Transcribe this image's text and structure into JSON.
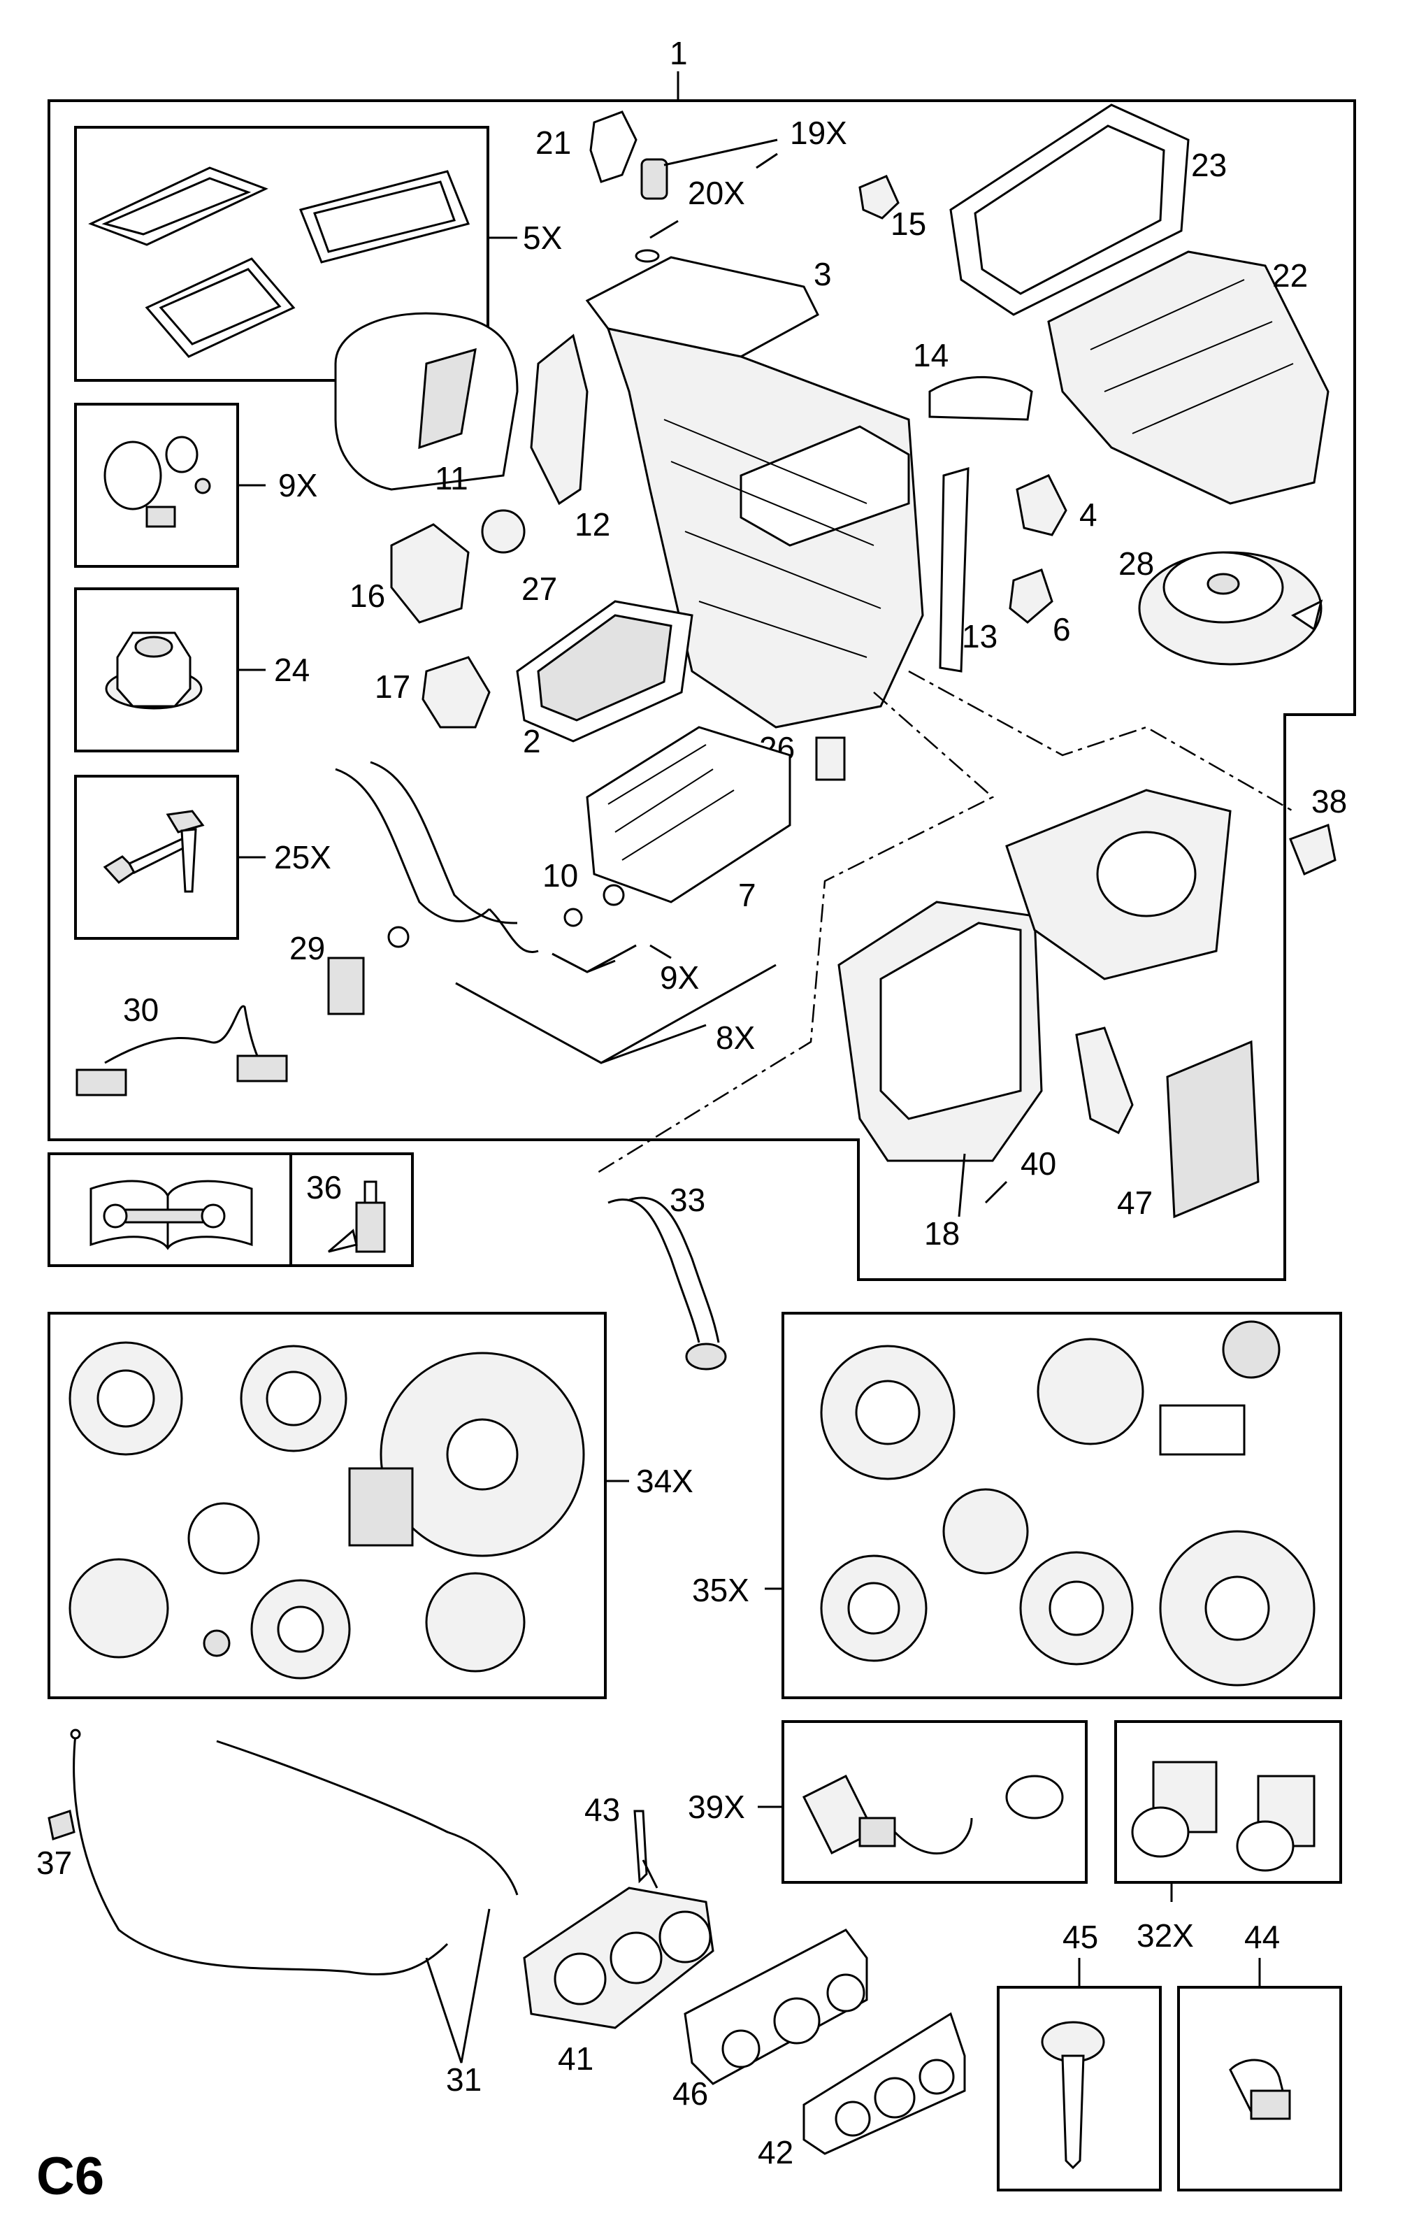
{
  "page": {
    "code": "C6"
  },
  "refs": {
    "r1": "1",
    "r2": "2",
    "r3": "3",
    "r4": "4",
    "r5x": "5X",
    "r6": "6",
    "r7": "7",
    "r8x": "8X",
    "r9x_a": "9X",
    "r9x_b": "9X",
    "r10": "10",
    "r11": "11",
    "r12": "12",
    "r13": "13",
    "r14": "14",
    "r15": "15",
    "r16": "16",
    "r17": "17",
    "r18": "18",
    "r19x": "19X",
    "r20x": "20X",
    "r21": "21",
    "r22": "22",
    "r23": "23",
    "r24": "24",
    "r25x": "25X",
    "r26": "26",
    "r27": "27",
    "r28": "28",
    "r29": "29",
    "r30": "30",
    "r31": "31",
    "r32x": "32X",
    "r33": "33",
    "r34x": "34X",
    "r35x": "35X",
    "r36": "36",
    "r37": "37",
    "r38": "38",
    "r39x": "39X",
    "r40": "40",
    "r41": "41",
    "r42": "42",
    "r43": "43",
    "r44": "44",
    "r45": "45",
    "r46": "46",
    "r47": "47"
  },
  "icons": {
    "manual": "manual-book-wrench-icon",
    "adhesive": "adhesive-bottle-icon"
  }
}
